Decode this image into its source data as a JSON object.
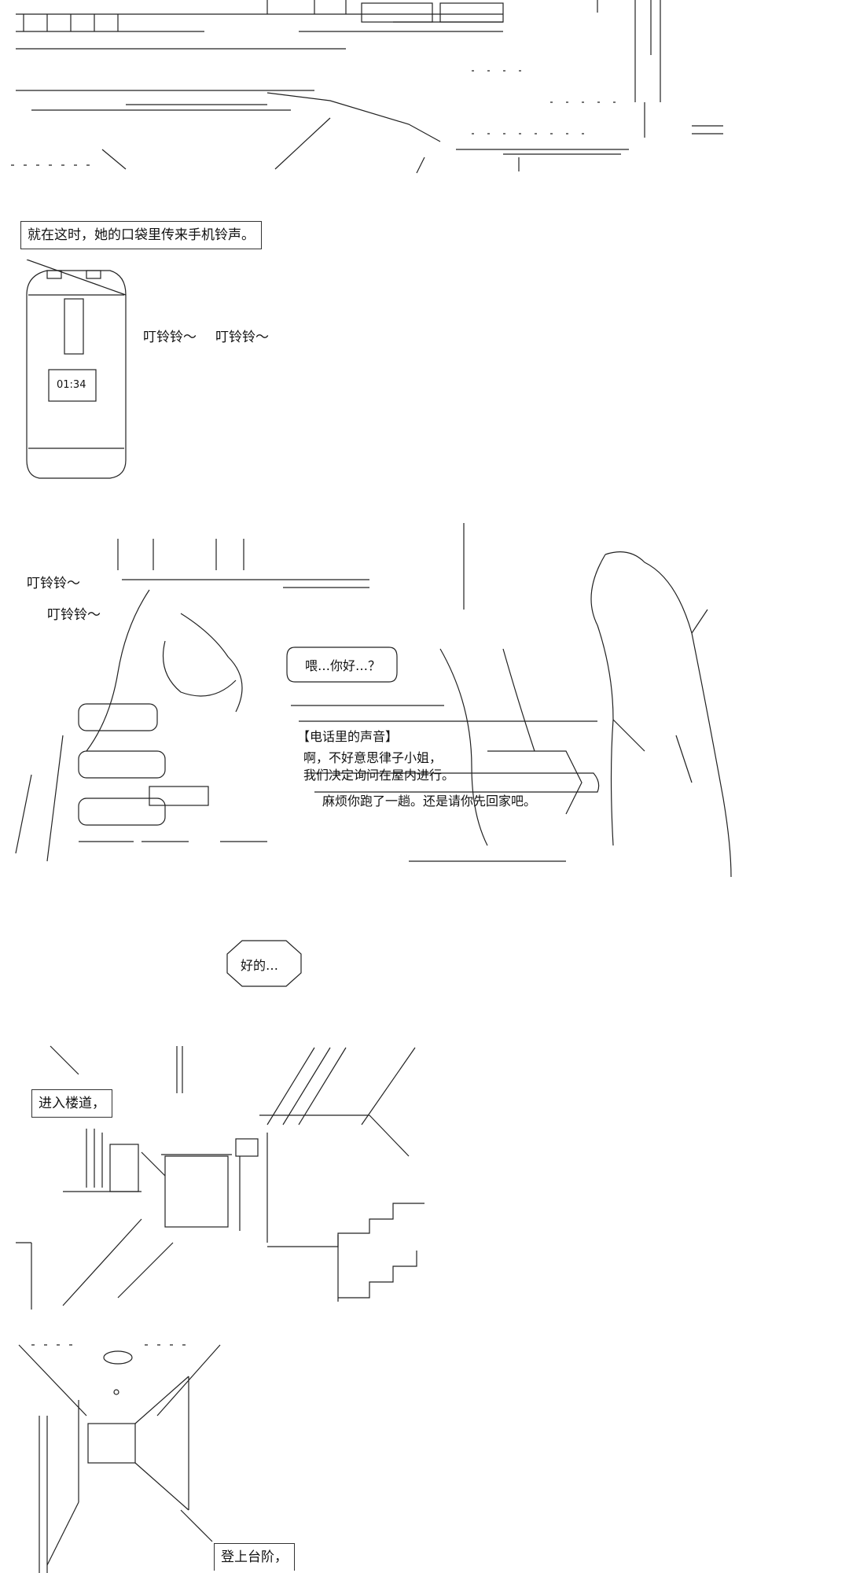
{
  "panels": {
    "street": {
      "narration": "就在这时，她的口袋里传来手机铃声。"
    },
    "phone": {
      "clock": "01:34",
      "ringtone_a": "叮铃铃～",
      "ringtone_b": "叮铃铃～"
    },
    "call": {
      "ringtone_1": "叮铃铃～",
      "ringtone_2": "叮铃铃～",
      "speech_hello": "喂…你好…？",
      "phone_voice_label": "【电话里的声音】",
      "phone_line_1": "啊，不好意思律子小姐，",
      "phone_line_2": "我们决定询问在屋内进行。",
      "phone_line_3": "麻烦你跑了一趟。还是请你先回家吧。",
      "reply": "好的…"
    },
    "stairwell": {
      "narration": "进入楼道，"
    },
    "steps": {
      "narration": "登上台阶，"
    }
  }
}
